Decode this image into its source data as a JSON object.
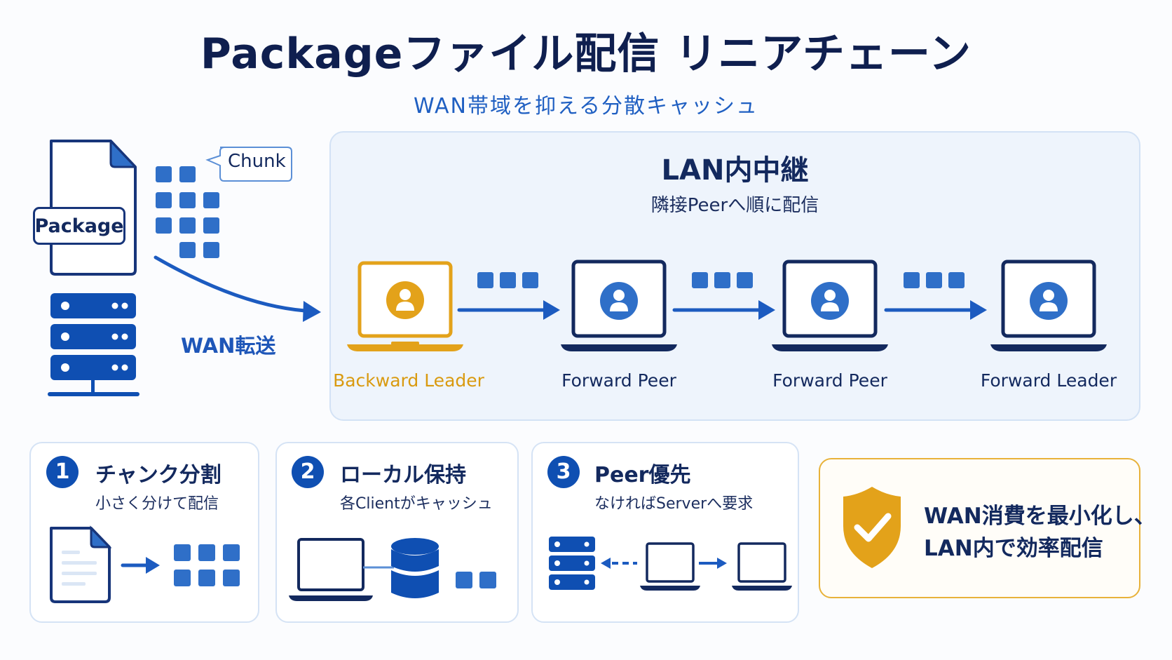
{
  "header": {
    "title": "Packageファイル配信 リニアチェーン",
    "subtitle": "WAN帯域を抑える分散キャッシュ"
  },
  "source": {
    "package_label": "Package",
    "chunk_label": "Chunk",
    "wan_label": "WAN転送"
  },
  "lan": {
    "title": "LAN内中継",
    "subtitle": "隣接Peerへ順に配信",
    "nodes": [
      {
        "label": "Backward Leader",
        "role": "leader-backward",
        "color": "#e3a21a"
      },
      {
        "label": "Forward Peer",
        "role": "peer",
        "color": "#13295e"
      },
      {
        "label": "Forward Peer",
        "role": "peer",
        "color": "#13295e"
      },
      {
        "label": "Forward Leader",
        "role": "leader-forward",
        "color": "#13295e"
      }
    ]
  },
  "steps": [
    {
      "number": "1",
      "title": "チャンク分割",
      "subtitle": "小さく分けて配信"
    },
    {
      "number": "2",
      "title": "ローカル保持",
      "subtitle": "各Clientがキャッシュ"
    },
    {
      "number": "3",
      "title": "Peer優先",
      "subtitle": "なければServerへ要求"
    }
  ],
  "callout": {
    "line1": "WAN消費を最小化し、",
    "line2": "LAN内で効率配信",
    "icon": "shield-check-icon"
  },
  "colors": {
    "primary": "#1f5fc2",
    "navy": "#13295e",
    "accent_gold": "#e3a21a",
    "chunk_blue": "#2f6fc8",
    "lan_bg": "#eef4fc"
  }
}
